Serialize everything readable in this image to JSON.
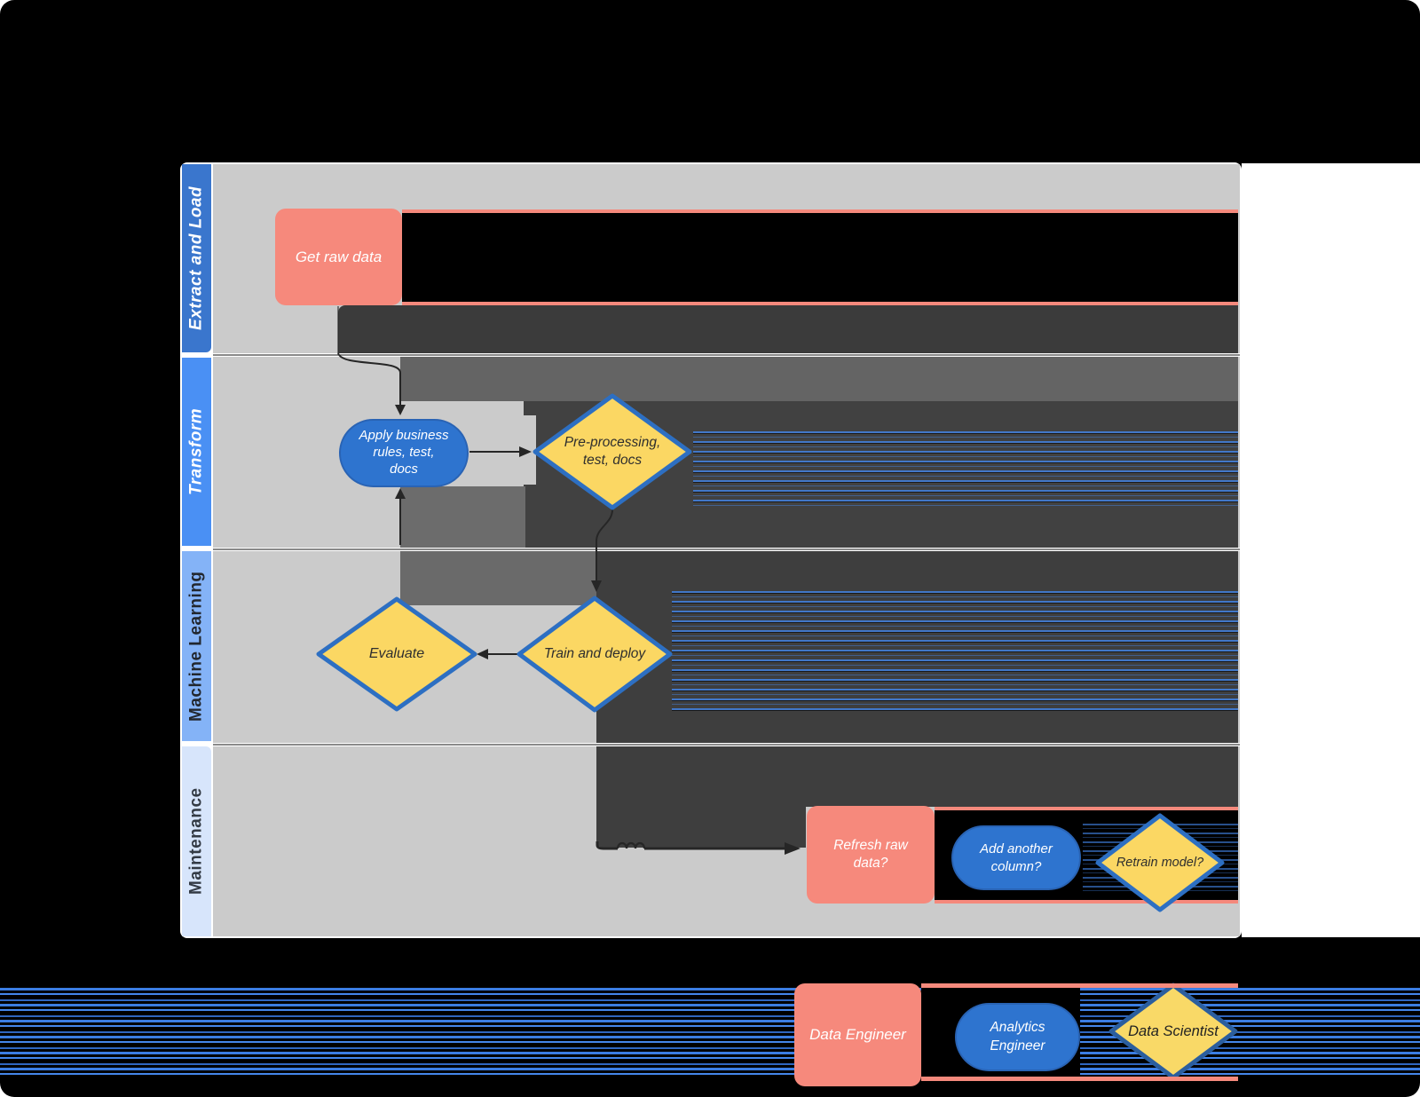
{
  "canvas": {
    "background": "#000000",
    "page": "#ffffff",
    "lane_fill": "#cbcbcb"
  },
  "lanes": [
    {
      "label": "Extract and Load",
      "header_color": "#3a76cd",
      "text_color": "#ffffff"
    },
    {
      "label": "Transform",
      "header_color": "#4a90f4",
      "text_color": "#ffffff"
    },
    {
      "label": "Machine Learning",
      "header_color": "#84b3f7",
      "text_color": "#22272e"
    },
    {
      "label": "Maintenance",
      "header_color": "#d7e5fb",
      "text_color": "#333a44"
    }
  ],
  "nodes": {
    "get_raw_data": {
      "label": "Get raw data",
      "type": "process",
      "color": "#f6897c"
    },
    "apply_rules": {
      "label": "Apply business\nrules, test,\ndocs",
      "type": "stadium",
      "color": "#2e74cf"
    },
    "preprocessing": {
      "label": "Pre-processing,\ntest, docs",
      "type": "decision",
      "color": "#fbd763"
    },
    "evaluate": {
      "label": "Evaluate",
      "type": "decision",
      "color": "#fbd763"
    },
    "train_deploy": {
      "label": "Train and deploy",
      "type": "decision",
      "color": "#fbd763"
    },
    "refresh_raw": {
      "label": "Refresh raw\ndata?",
      "type": "process",
      "color": "#f6897c"
    },
    "add_column": {
      "label": "Add another\ncolumn?",
      "type": "stadium",
      "color": "#2e74cf"
    },
    "retrain": {
      "label": "Retrain model?",
      "type": "decision",
      "color": "#fbd763"
    }
  },
  "legend": {
    "data_engineer": "Data Engineer",
    "analytics_engineer": "Analytics\nEngineer",
    "data_scientist": "Data Scientist"
  },
  "colors": {
    "process_fill": "#f6897c",
    "stadium_fill": "#2e74cf",
    "decision_fill": "#fbd763",
    "decision_border": "#2d6fc2",
    "shadow_dark": "#3b3b3b",
    "shadow_medium": "#666666",
    "artifact_blue": "#3b7de2",
    "connector": "#262626"
  }
}
